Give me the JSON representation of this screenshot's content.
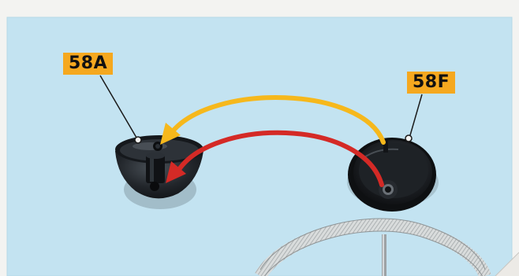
{
  "labels": {
    "part_a": "58A",
    "part_f": "58F"
  },
  "colors": {
    "background_blue": "#c3e3f1",
    "frame_white": "#f3f3f1",
    "label_fill": "#f5a81f",
    "arrow_yellow": "#f6b81c",
    "arrow_red": "#d42a26",
    "plastic_part": "#1c1f23"
  },
  "icons": {
    "arrow_1": "curved-arrow-yellow",
    "arrow_2": "curved-arrow-red"
  }
}
